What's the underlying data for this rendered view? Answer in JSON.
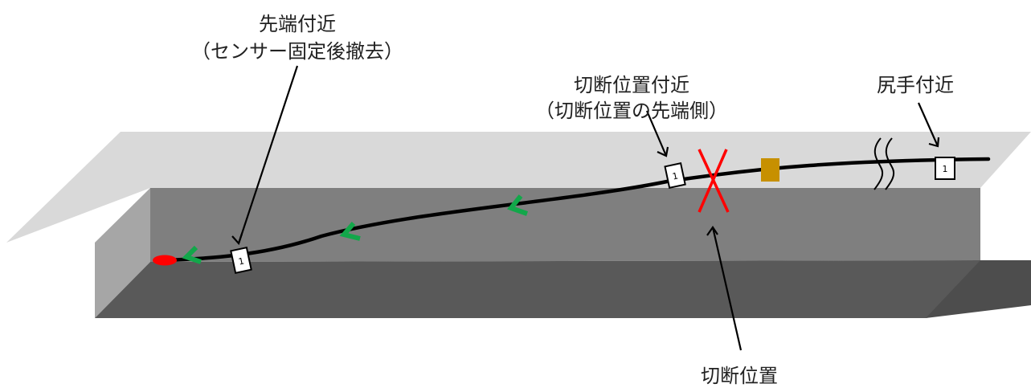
{
  "labels": {
    "tip_line1": "先端付近",
    "tip_line2": "（センサー固定後撤去）",
    "cut_near_line1": "切断位置付近",
    "cut_near_line2": "（切断位置の先端側）",
    "rear_end": "尻手付近",
    "cut_position": "切断位置"
  },
  "sensor_tag_text": "1",
  "colors": {
    "wall_top": "#d9d9d9",
    "wall_face": "#7f7f7f",
    "floor": "#595959",
    "end_wall": "#a6a6a6",
    "cable": "#000000",
    "flow_arrow": "#12a74a",
    "tip_marker": "#ff0000",
    "cut_mark": "#ff0000",
    "connector": "#c79000"
  },
  "icons": {
    "flow": "chevron-left-icon",
    "cut": "cross-mark-icon",
    "break": "wavy-break-icon"
  }
}
